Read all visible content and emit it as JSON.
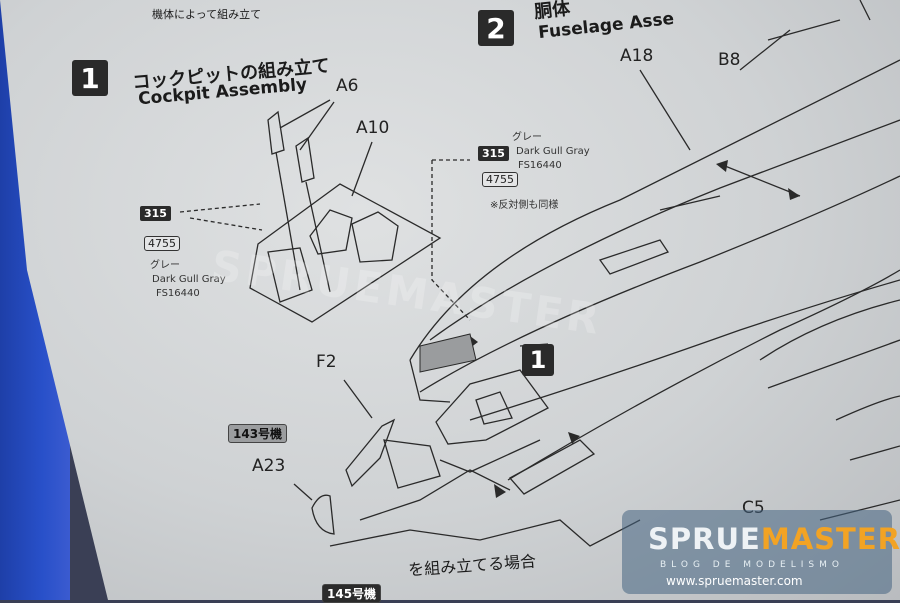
{
  "header": {
    "note_jp": "機体によって組み立て"
  },
  "step1": {
    "number": "1",
    "title_jp": "コックピットの組み立て",
    "title_en": "Cockpit Assembly",
    "parts": {
      "a6": "A6",
      "a10": "A10",
      "f2": "F2",
      "a23": "A23"
    },
    "color_code": "315",
    "alt_code": "4755",
    "color_jp": "グレー",
    "color_en": "Dark Gull Gray",
    "fs": "FS16440",
    "variant_tag": "143号機"
  },
  "step2": {
    "number": "2",
    "title_jp": "胴体",
    "title_en": "Fuselage Asse",
    "parts": {
      "a18": "A18",
      "b8": "B8",
      "c5": "C5"
    },
    "color_code": "315",
    "alt_code": "4755",
    "color_jp": "グレー",
    "color_en": "Dark Gull Gray",
    "fs": "FS16440",
    "note_jp": "※反対側も同様",
    "ref_step": "1"
  },
  "bottom": {
    "note_jp": "を組み立てる場合",
    "tag": "145号機"
  },
  "watermark": "SPRUEMASTER",
  "logo": {
    "part1": "SPRUE",
    "part2": "MASTER",
    "tagline": "BLOG DE MODELISMO",
    "url": "www.spruemaster.com"
  },
  "colors": {
    "paper": "#d6d8da",
    "ink": "#1b1b1b",
    "blue_edge": "#2850c9",
    "logo_orange": "#f2a324"
  }
}
